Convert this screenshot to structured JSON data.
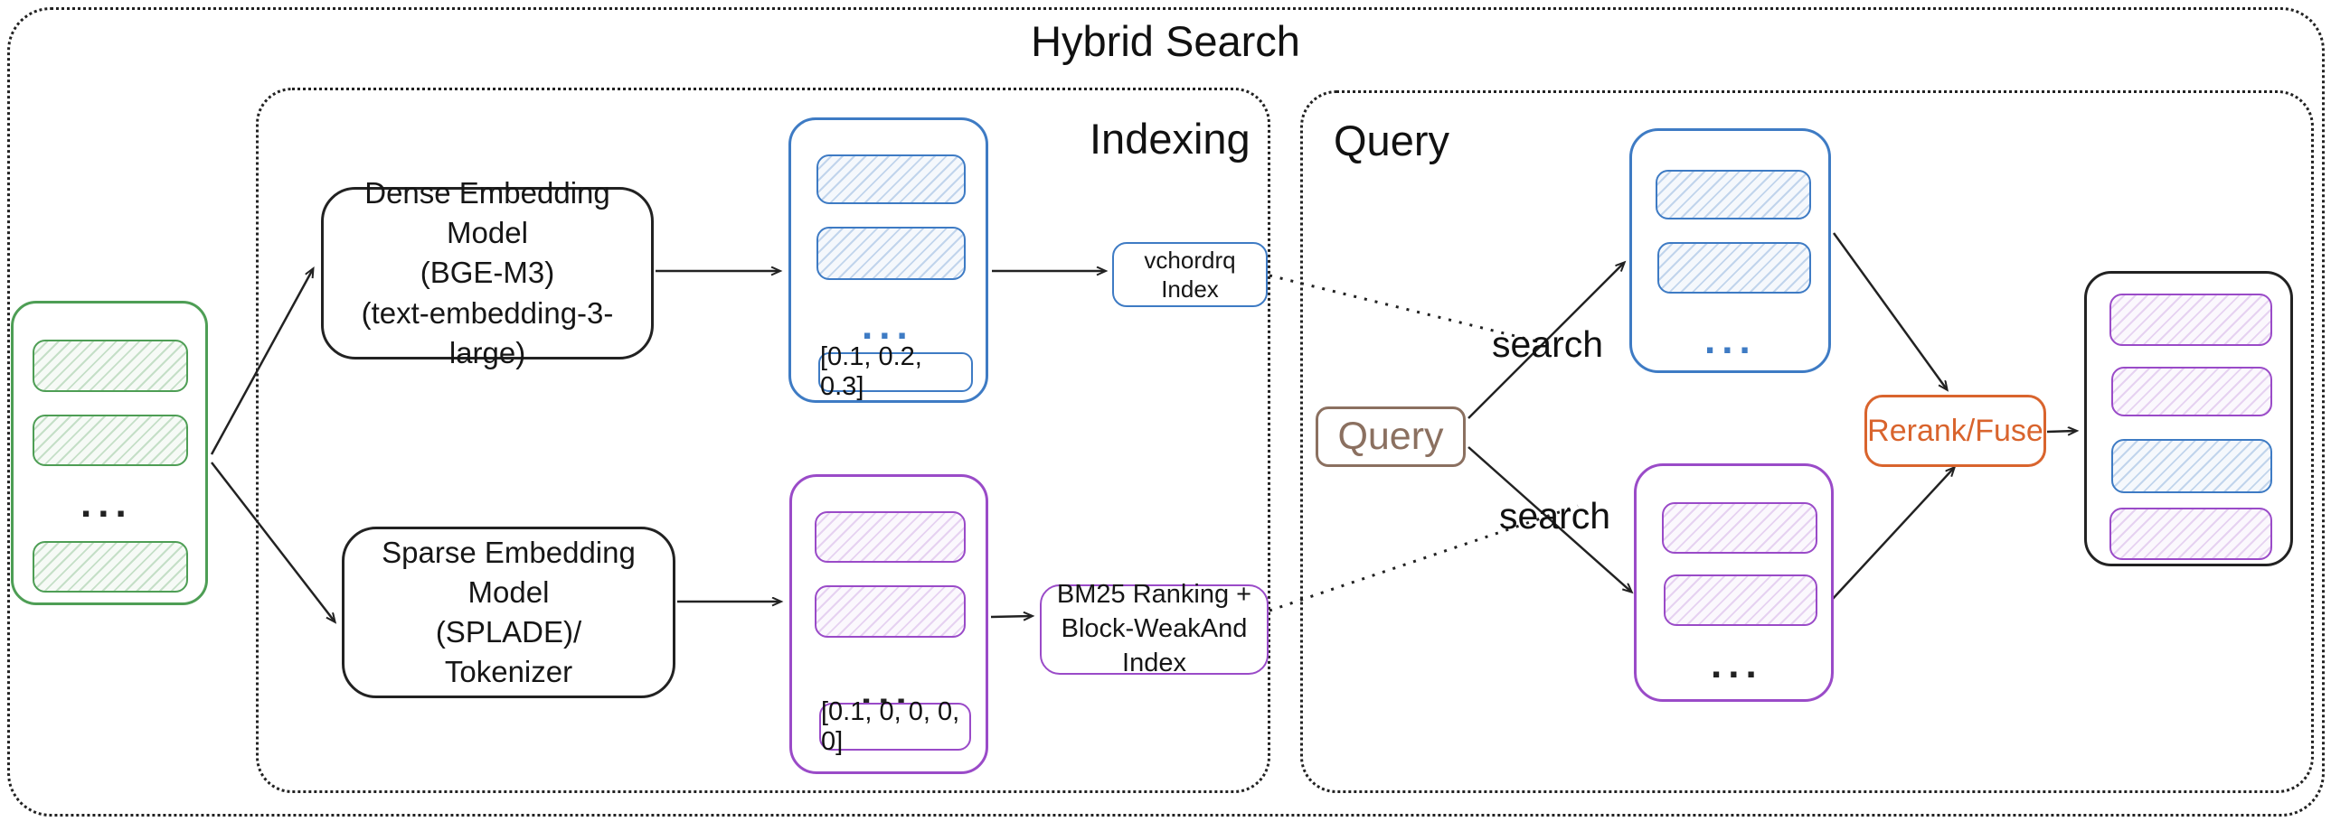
{
  "title": "Hybrid Search",
  "colors": {
    "blue": "#3e7bc4",
    "purple": "#9a4bc8",
    "green": "#4e9e55",
    "orange": "#d9642d",
    "brown": "#8b7060",
    "ink": "#1f1f1f"
  },
  "documents": {
    "ellipsis": "..."
  },
  "indexing": {
    "label": "Indexing",
    "dense_model_line1": "Dense Embedding Model",
    "dense_model_line2": "(BGE-M3)",
    "dense_model_line3": "(text-embedding-3-large)",
    "sparse_model_line1": "Sparse Embedding Model",
    "sparse_model_line2": "(SPLADE)/",
    "sparse_model_line3": "Tokenizer",
    "dense_vectors": {
      "ellipsis": "...",
      "sample": "[0.1, 0.2, 0.3]"
    },
    "sparse_vectors": {
      "ellipsis": "...",
      "sample": "[0.1, 0, 0, 0, 0]"
    },
    "dense_index_line1": "vchordrq",
    "dense_index_line2": "Index",
    "sparse_index_line1": "BM25 Ranking +",
    "sparse_index_line2": "Block-WeakAnd Index"
  },
  "query": {
    "label": "Query",
    "query_box_label": "Query",
    "dense_search_label": "search",
    "sparse_search_label": "search",
    "dense_results": {
      "ellipsis": "..."
    },
    "sparse_results": {
      "ellipsis": "..."
    },
    "rerank_label": "Rerank/Fuse"
  }
}
